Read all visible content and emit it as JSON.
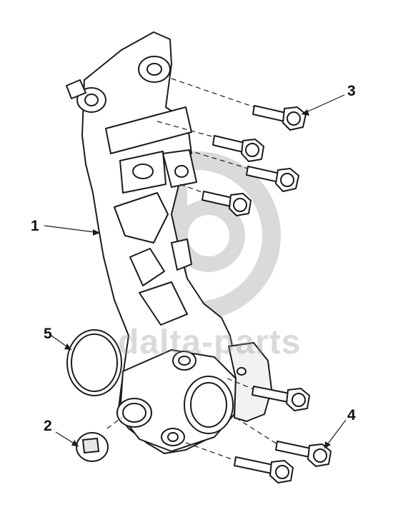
{
  "diagram": {
    "callouts": [
      {
        "id": "1",
        "label": "1"
      },
      {
        "id": "2",
        "label": "2"
      },
      {
        "id": "3",
        "label": "3"
      },
      {
        "id": "4",
        "label": "4"
      },
      {
        "id": "5",
        "label": "5"
      }
    ],
    "watermark": {
      "text": "dalta-parts"
    },
    "colors": {
      "line": "#1a1a1a",
      "fill": "#ffffff",
      "shade": "#d9d9d9",
      "watermark": "#9a9a9a"
    }
  }
}
